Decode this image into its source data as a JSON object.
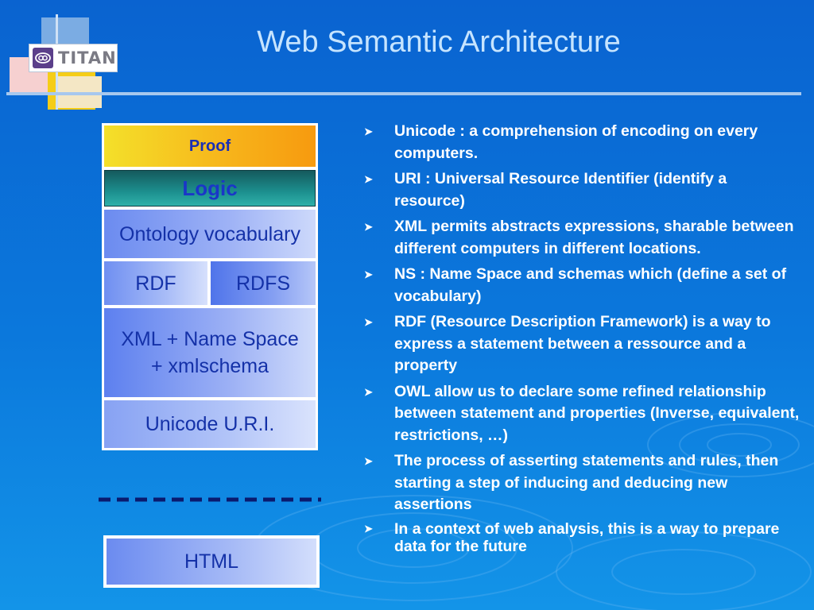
{
  "logo": {
    "text": "TITAN"
  },
  "title": "Web Semantic Architecture",
  "stack": {
    "proof": "Proof",
    "logic": "Logic",
    "ontology": "Ontology vocabulary",
    "rdf": "RDF",
    "rdfs": "RDFS",
    "xml_line1": "XML + Name Space",
    "xml_line2": "+ xmlschema",
    "unicode": "Unicode U.R.I."
  },
  "html_layer": "HTML",
  "bullets": [
    "Unicode : a comprehension of encoding on every computers.",
    "URI : Universal Resource Identifier (identify a resource)",
    "XML permits abstracts expressions, sharable between different computers in different locations.",
    "NS : Name Space and schemas which (define a set of vocabulary)",
    "RDF (Resource Description Framework) is a way to express a statement between a ressource and a property",
    "OWL allow us to declare some refined relationship between statement and properties (Inverse, equivalent, restrictions, …)",
    "The process of asserting statements and rules, then starting a step of inducing and deducing new assertions",
    "In a context of web analysis, this is a way to prepare data for the future"
  ],
  "colors": {
    "background": "#0b78dc",
    "title": "#c6e4ff",
    "layer_text": "#1431a8",
    "proof_fill": "#f7b31a",
    "logic_fill": "#1c8f8e",
    "dash": "#0a1a6e"
  },
  "icons": {
    "bullet": "triangle-arrow-icon",
    "logo_badge": "titan-logo-icon"
  }
}
